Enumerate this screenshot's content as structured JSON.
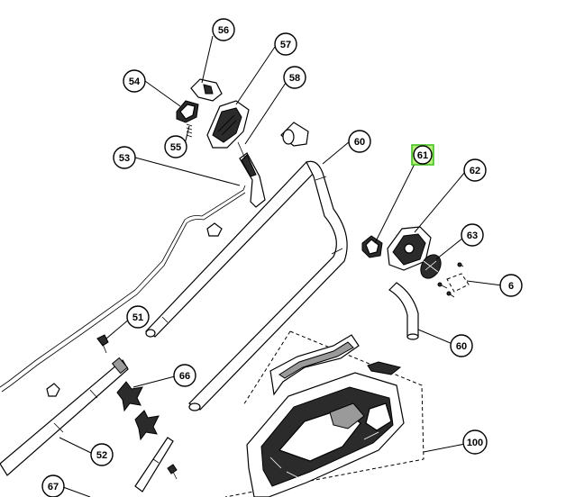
{
  "callouts": {
    "c56": "56",
    "c57": "57",
    "c54": "54",
    "c58": "58",
    "c55": "55",
    "c53": "53",
    "c60a": "60",
    "c61": "61",
    "c62": "62",
    "c63": "63",
    "c6": "6",
    "c60b": "60",
    "c51": "51",
    "c66": "66",
    "c52": "52",
    "c100": "100",
    "c67": "67"
  },
  "colors": {
    "line": "#000000",
    "highlight": "#b6f27a",
    "highlight_border": "#3cbf1a"
  }
}
